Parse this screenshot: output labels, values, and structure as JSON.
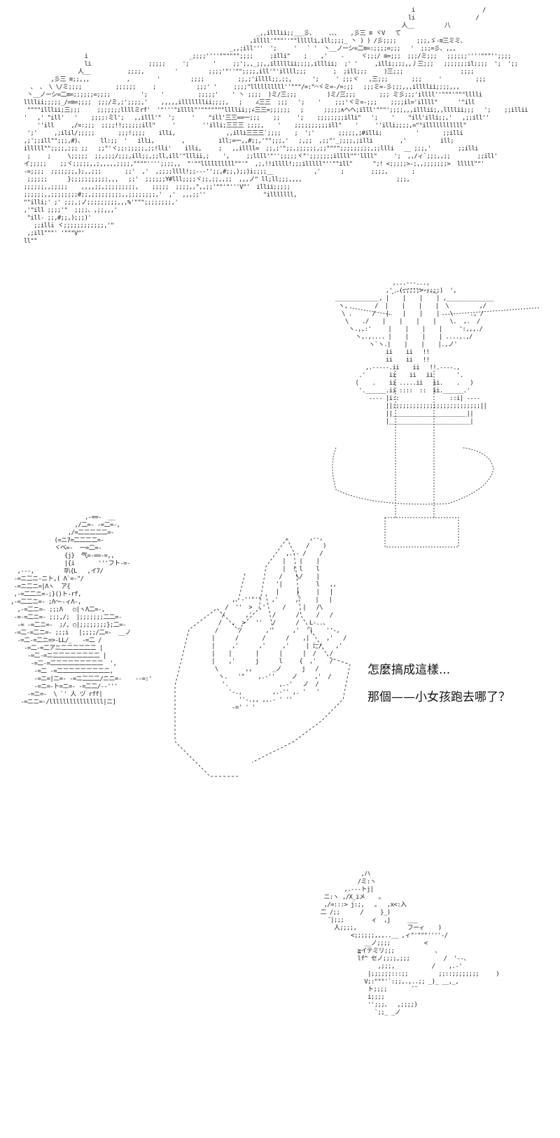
{
  "dialogue": {
    "line1": "怎麼搞成這樣...",
    "line2": "那個——小女孩跑去哪了？"
  },
  "colors": {
    "background": "#ffffff",
    "ink": "#111111"
  },
  "art_pieces": [
    "cloud",
    "fountain",
    "character",
    "hand",
    "creature"
  ]
}
